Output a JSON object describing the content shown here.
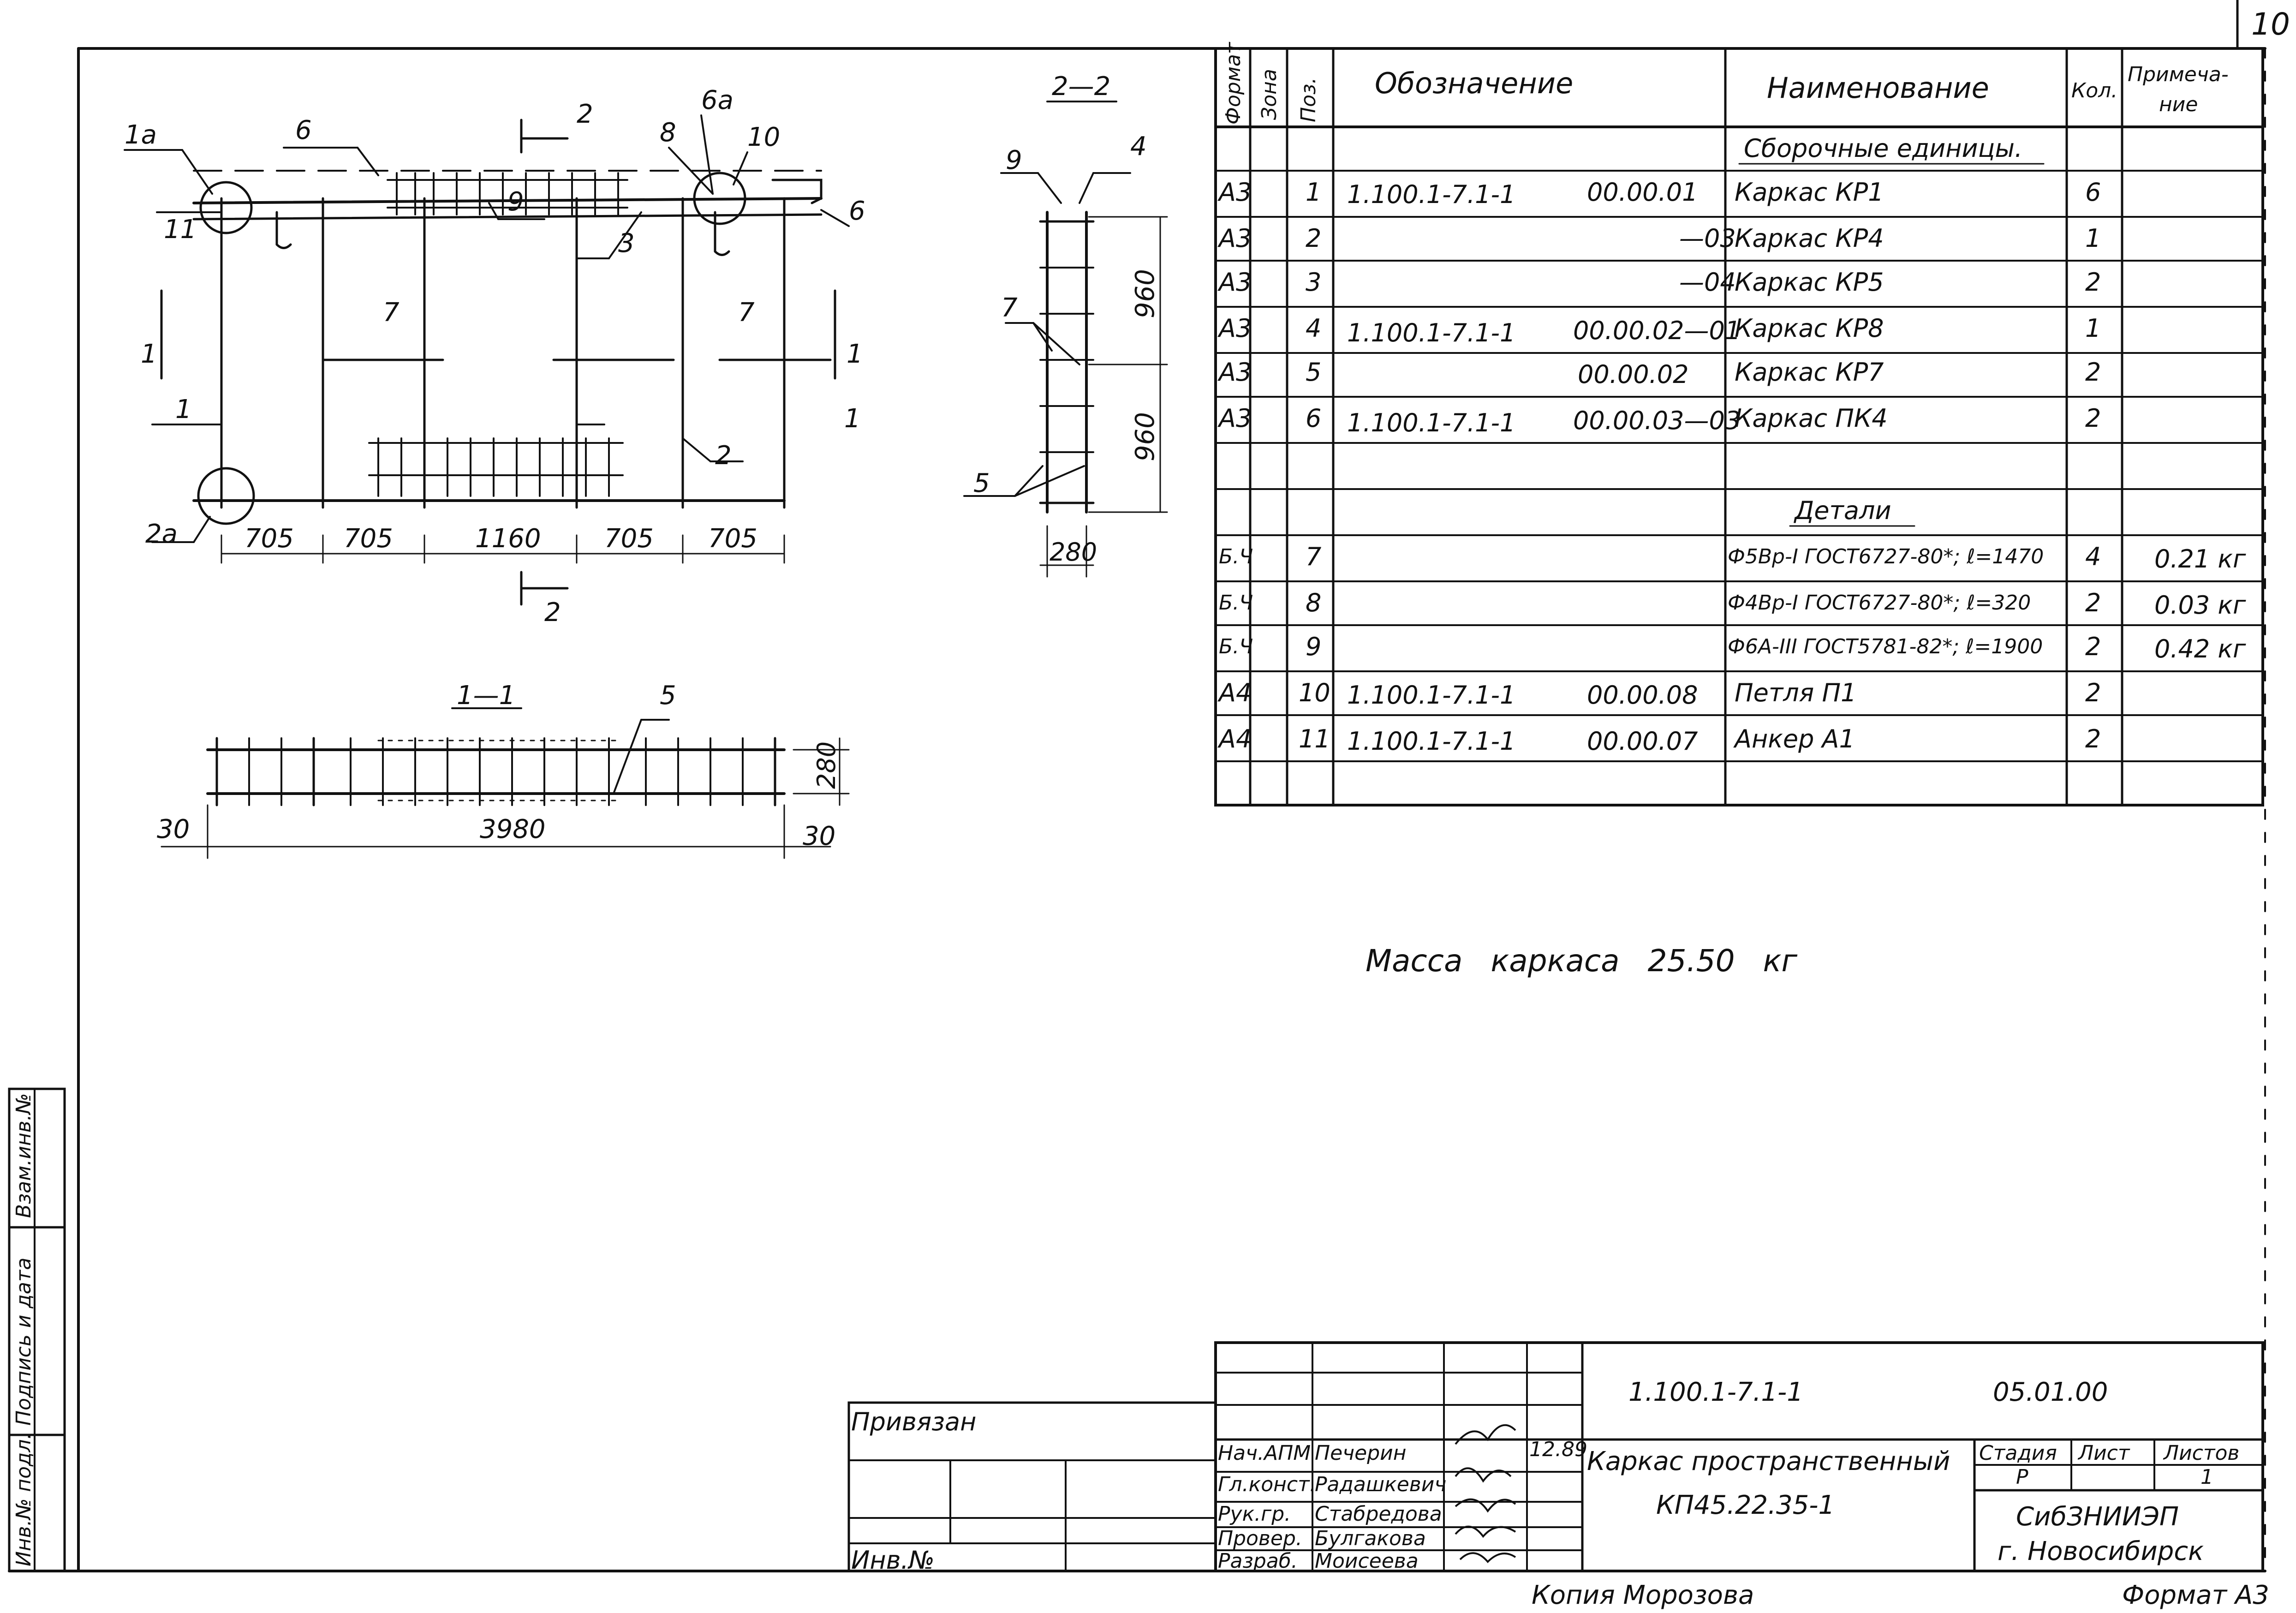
{
  "sheet_number": "10",
  "spec_table": {
    "headers": {
      "format": "Формат",
      "zone": "Зона",
      "pos": "Поз.",
      "designation": "Обозначение",
      "name": "Наименование",
      "qty": "Кол.",
      "note_line1": "Примеча-",
      "note_line2": "ние"
    },
    "section_assembly": "Сборочные единицы.",
    "section_details": "Детали",
    "rows": [
      {
        "format": "А3",
        "pos": "1",
        "doc": "1.100.1-7.1-1",
        "code": "00.00.01",
        "name": "Каркас КР1",
        "qty": "6",
        "note": ""
      },
      {
        "format": "А3",
        "pos": "2",
        "doc": "",
        "code": "—03",
        "name": "Каркас КР4",
        "qty": "1",
        "note": ""
      },
      {
        "format": "А3",
        "pos": "3",
        "doc": "",
        "code": "—04",
        "name": "Каркас КР5",
        "qty": "2",
        "note": ""
      },
      {
        "format": "А3",
        "pos": "4",
        "doc": "1.100.1-7.1-1",
        "code": "00.00.02—01",
        "name": "Каркас КР8",
        "qty": "1",
        "note": ""
      },
      {
        "format": "А3",
        "pos": "5",
        "doc": "",
        "code": "00.00.02",
        "name": "Каркас КР7",
        "qty": "2",
        "note": ""
      },
      {
        "format": "А3",
        "pos": "6",
        "doc": "1.100.1-7.1-1",
        "code": "00.00.03—03",
        "name": "Каркас ПК4",
        "qty": "2",
        "note": ""
      },
      {
        "format": "Б.Ч",
        "pos": "7",
        "doc": "",
        "code": "",
        "name": "Ф5Вр-I ГОСТ6727-80*; ℓ=1470",
        "qty": "4",
        "note": "0.21 кг"
      },
      {
        "format": "Б.Ч",
        "pos": "8",
        "doc": "",
        "code": "",
        "name": "Ф4Вр-I ГОСТ6727-80*; ℓ=320",
        "qty": "2",
        "note": "0.03 кг"
      },
      {
        "format": "Б.Ч",
        "pos": "9",
        "doc": "",
        "code": "",
        "name": "Ф6А-III ГОСТ5781-82*; ℓ=1900",
        "qty": "2",
        "note": "0.42 кг"
      },
      {
        "format": "А4",
        "pos": "10",
        "doc": "1.100.1-7.1-1",
        "code": "00.00.08",
        "name": "Петля П1",
        "qty": "2",
        "note": ""
      },
      {
        "format": "А4",
        "pos": "11",
        "doc": "1.100.1-7.1-1",
        "code": "00.00.07",
        "name": "Анкер А1",
        "qty": "2",
        "note": ""
      }
    ]
  },
  "mass_note": "Масса каркаса 25.50 кг",
  "plan": {
    "labels": {
      "l1a": "1а",
      "l6": "6",
      "l6a": "6а",
      "l8": "8",
      "l10": "10",
      "l11": "11",
      "l9": "9",
      "l3": "3",
      "l6r": "6",
      "l7a": "7",
      "l7b": "7",
      "l1s": "1",
      "l1sr": "1",
      "l1l": "1",
      "l1r": "1",
      "l2": "2",
      "l2a": "2а",
      "sec2t": "2",
      "sec2b": "2"
    },
    "dims": [
      "705",
      "705",
      "1160",
      "705",
      "705"
    ]
  },
  "section_22": {
    "title": "2—2",
    "l9": "9",
    "l4": "4",
    "l7": "7",
    "l5": "5",
    "d1": "960",
    "d2": "960",
    "w": "280"
  },
  "section_11": {
    "title": "1—1",
    "l5": "5",
    "length": "3980",
    "left": "30",
    "right": "30",
    "height": "280"
  },
  "title_block": {
    "privyazan": "Привязан",
    "inv_no": "Инв.№",
    "doc_code": "1.100.1-7.1-1",
    "doc_suffix": "05.01.00",
    "title_line1": "Каркас пространственный",
    "title_line2": "КП45.22.35-1",
    "stage_label": "Стадия",
    "sheet_label": "Лист",
    "sheets_label": "Листов",
    "stage": "Р",
    "sheets": "1",
    "org_line1": "СибЗНИИЭП",
    "org_line2": "г. Новосибирск",
    "date": "12.89",
    "staff": [
      {
        "role": "Нач.АПМ",
        "name": "Печерин"
      },
      {
        "role": "Гл.конст.",
        "name": "Радашкевич"
      },
      {
        "role": "Рук.гр.",
        "name": "Стабредова"
      },
      {
        "role": "Провер.",
        "name": "Булгакова"
      },
      {
        "role": "Разраб.",
        "name": "Моисеева"
      }
    ]
  },
  "side_stamp": {
    "inv_podl": "Инв.№ подл.",
    "podpis": "Подпись и дата",
    "vzam": "Взам.инв.№"
  },
  "footer": {
    "copy": "Копия Морозова",
    "format": "Формат А3"
  }
}
